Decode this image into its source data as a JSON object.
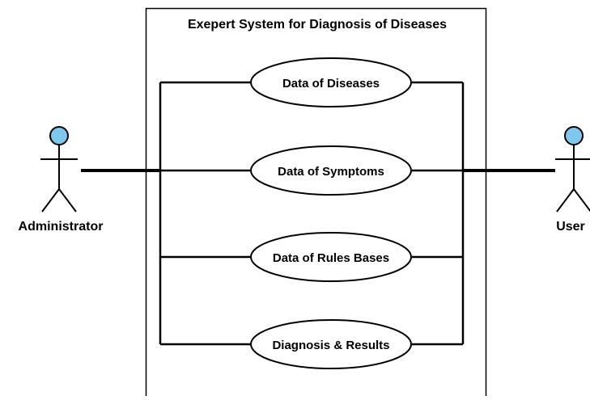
{
  "diagram": {
    "type": "use-case",
    "system": {
      "title": "Exepert System for Diagnosis of Diseases"
    },
    "actors": [
      {
        "id": "admin",
        "label": "Administrator"
      },
      {
        "id": "user",
        "label": "User"
      }
    ],
    "use_cases": [
      {
        "id": "uc1",
        "label": "Data of Diseases"
      },
      {
        "id": "uc2",
        "label": "Data of Symptoms"
      },
      {
        "id": "uc3",
        "label": "Data of Rules Bases"
      },
      {
        "id": "uc4",
        "label": "Diagnosis & Results"
      }
    ],
    "colors": {
      "actor_head": "#7ec8ef",
      "line": "#000000",
      "background": "#ffffff"
    }
  }
}
